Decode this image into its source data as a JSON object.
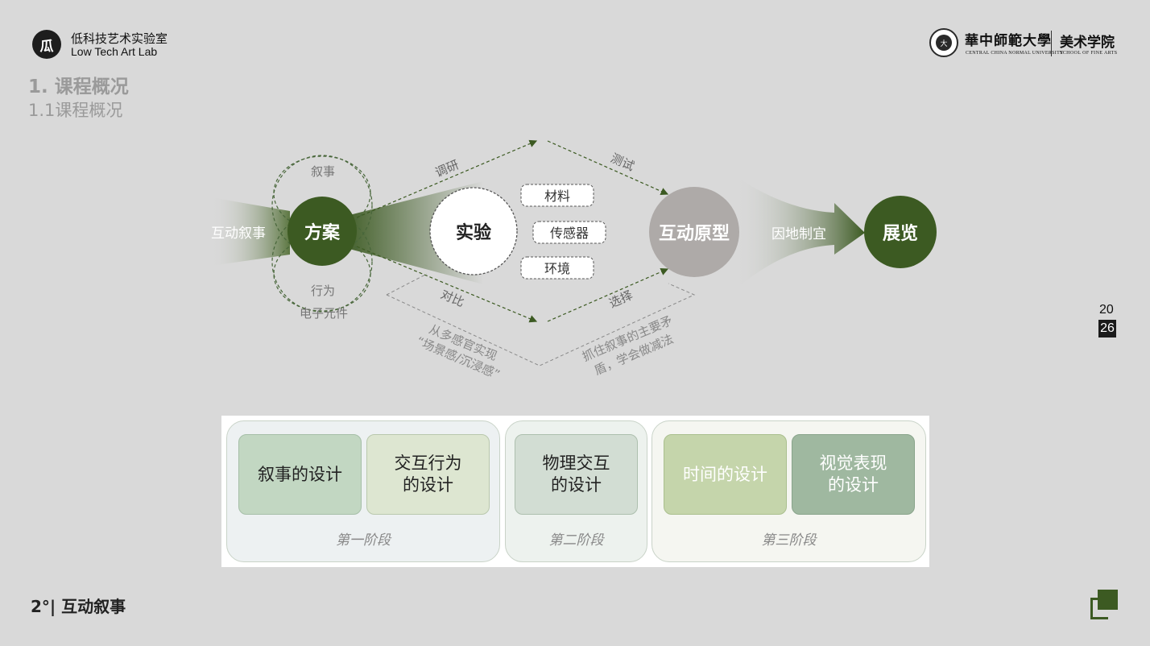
{
  "header": {
    "lab_logo_glyph": "瓜",
    "lab_name_cn": "低科技艺术实验室",
    "lab_name_en": "Low Tech Art Lab",
    "university_seal_glyph": "大",
    "university_cn": "華中師範大學",
    "university_en": "CENTRAL CHINA NORMAL UNIVERSITY",
    "school_cn": "美术学院",
    "school_en": "SCHOOL OF FINE ARTS"
  },
  "section": {
    "title": "1. 课程概况",
    "subtitle": "1.1课程概况"
  },
  "year": {
    "top": "20",
    "bottom": "26"
  },
  "diagram": {
    "input_label": "互动叙事",
    "node_plan": "方案",
    "node_experiment": "实验",
    "node_prototype": "互动原型",
    "node_exhibition": "展览",
    "ring_top": "叙事",
    "ring_bottom_1": "行为",
    "ring_bottom_2": "电子元件",
    "factor_1": "材料",
    "factor_2": "传感器",
    "factor_3": "环境",
    "edge_research": "调研",
    "edge_test": "测试",
    "edge_compare": "对比",
    "edge_select": "选择",
    "arrow_label": "因地制宜",
    "note_left_1": "从多感官实现",
    "note_left_2": "“场景感/沉浸感”",
    "note_right_1": "抓住叙事的主要矛",
    "note_right_2": "盾，学会做减法"
  },
  "stages": [
    {
      "label": "第一阶段",
      "cards": [
        {
          "line1": "叙事的设计",
          "line2": ""
        },
        {
          "line1": "交互行为",
          "line2": "的设计"
        }
      ]
    },
    {
      "label": "第二阶段",
      "cards": [
        {
          "line1": "物理交互",
          "line2": "的设计"
        }
      ]
    },
    {
      "label": "第三阶段",
      "cards": [
        {
          "line1": "时间的设计",
          "line2": ""
        },
        {
          "line1": "视觉表现",
          "line2": "的设计"
        }
      ]
    }
  ],
  "footer": {
    "text": "2°| 互动叙事"
  },
  "colors": {
    "dark_green": "#3c5a22",
    "grey_node": "#aeaaa8",
    "background": "#d9d9d9"
  }
}
